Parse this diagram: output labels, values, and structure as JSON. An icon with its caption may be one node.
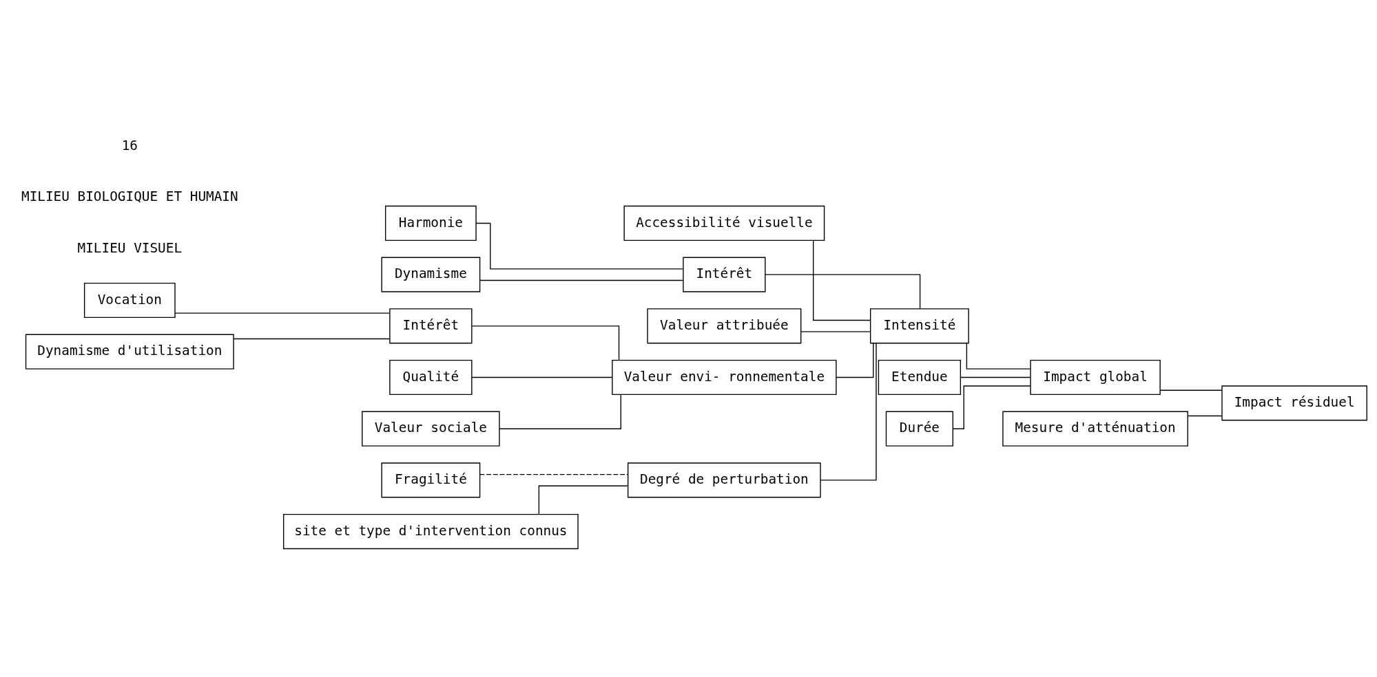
{
  "diagram": {
    "nodes": [
      {
        "text": [
          "Accessibilité visuelle"
        ]
      },
      {
        "text": [
          "Harmonie"
        ]
      },
      {
        "text": [
          "Dynamisme"
        ]
      },
      {
        "text": [
          "Intérêt"
        ]
      },
      {
        "text": [
          "Valeur attribuée"
        ]
      },
      {
        "text": [
          "Vocation"
        ]
      },
      {
        "text": [
          "Dynamisme d'utilisation"
        ]
      },
      {
        "text": [
          "Intérêt"
        ]
      },
      {
        "text": [
          "Qualité"
        ]
      },
      {
        "text": [
          "Valeur sociale"
        ]
      },
      {
        "text": [
          "Valeur envi- ronnementale"
        ]
      },
      {
        "text": [
          "Fragilité"
        ]
      },
      {
        "text": [
          "Degré de perturbation"
        ]
      },
      {
        "text": [
          "site et type d'intervention connus"
        ]
      },
      {
        "text": [
          "Intensité"
        ]
      },
      {
        "text": [
          "Etendue"
        ]
      },
      {
        "text": [
          "Durée"
        ]
      },
      {
        "text": [
          "Mesure d'atténuation"
        ]
      },
      {
        "text": [
          "Impact global"
        ]
      },
      {
        "text": [
          "Impact résiduel"
        ]
      }
    ],
    "edges": [
      {
        "from": 1,
        "to": 3,
        "arrow": "none"
      },
      {
        "from": 2,
        "to": 3,
        "arrow": "none"
      },
      {
        "from": 0,
        "to": 14,
        "arrow": "none"
      },
      {
        "from": 3,
        "to": 14,
        "arrow": "none"
      },
      {
        "from": 4,
        "to": 14,
        "arrow": "none"
      },
      {
        "from": 5,
        "to": 7,
        "arrow": "none"
      },
      {
        "from": 6,
        "to": 7,
        "arrow": "none"
      },
      {
        "from": 7,
        "to": 10,
        "arrow": "none"
      },
      {
        "from": 8,
        "to": 10,
        "arrow": "none"
      },
      {
        "from": 9,
        "to": 10,
        "arrow": "none"
      },
      {
        "from": 10,
        "to": 14,
        "arrow": "none"
      },
      {
        "from": 12,
        "to": 14,
        "arrow": "none"
      },
      {
        "from": 11,
        "to": 12,
        "arrow": "none",
        "style": "dashed"
      },
      {
        "from": 13,
        "to": 12,
        "arrow": "none"
      },
      {
        "from": 14,
        "to": 18,
        "arrow": "none"
      },
      {
        "from": 15,
        "to": 18,
        "arrow": "none"
      },
      {
        "from": 16,
        "to": 18,
        "arrow": "none"
      },
      {
        "from": 18,
        "to": 19,
        "arrow": "none"
      },
      {
        "from": 17,
        "to": 19,
        "arrow": "none"
      }
    ],
    "labels": [
      "MILIEU VISUEL",
      "MILIEU BIOLOGIQUE ET HUMAIN",
      "16"
    ]
  }
}
